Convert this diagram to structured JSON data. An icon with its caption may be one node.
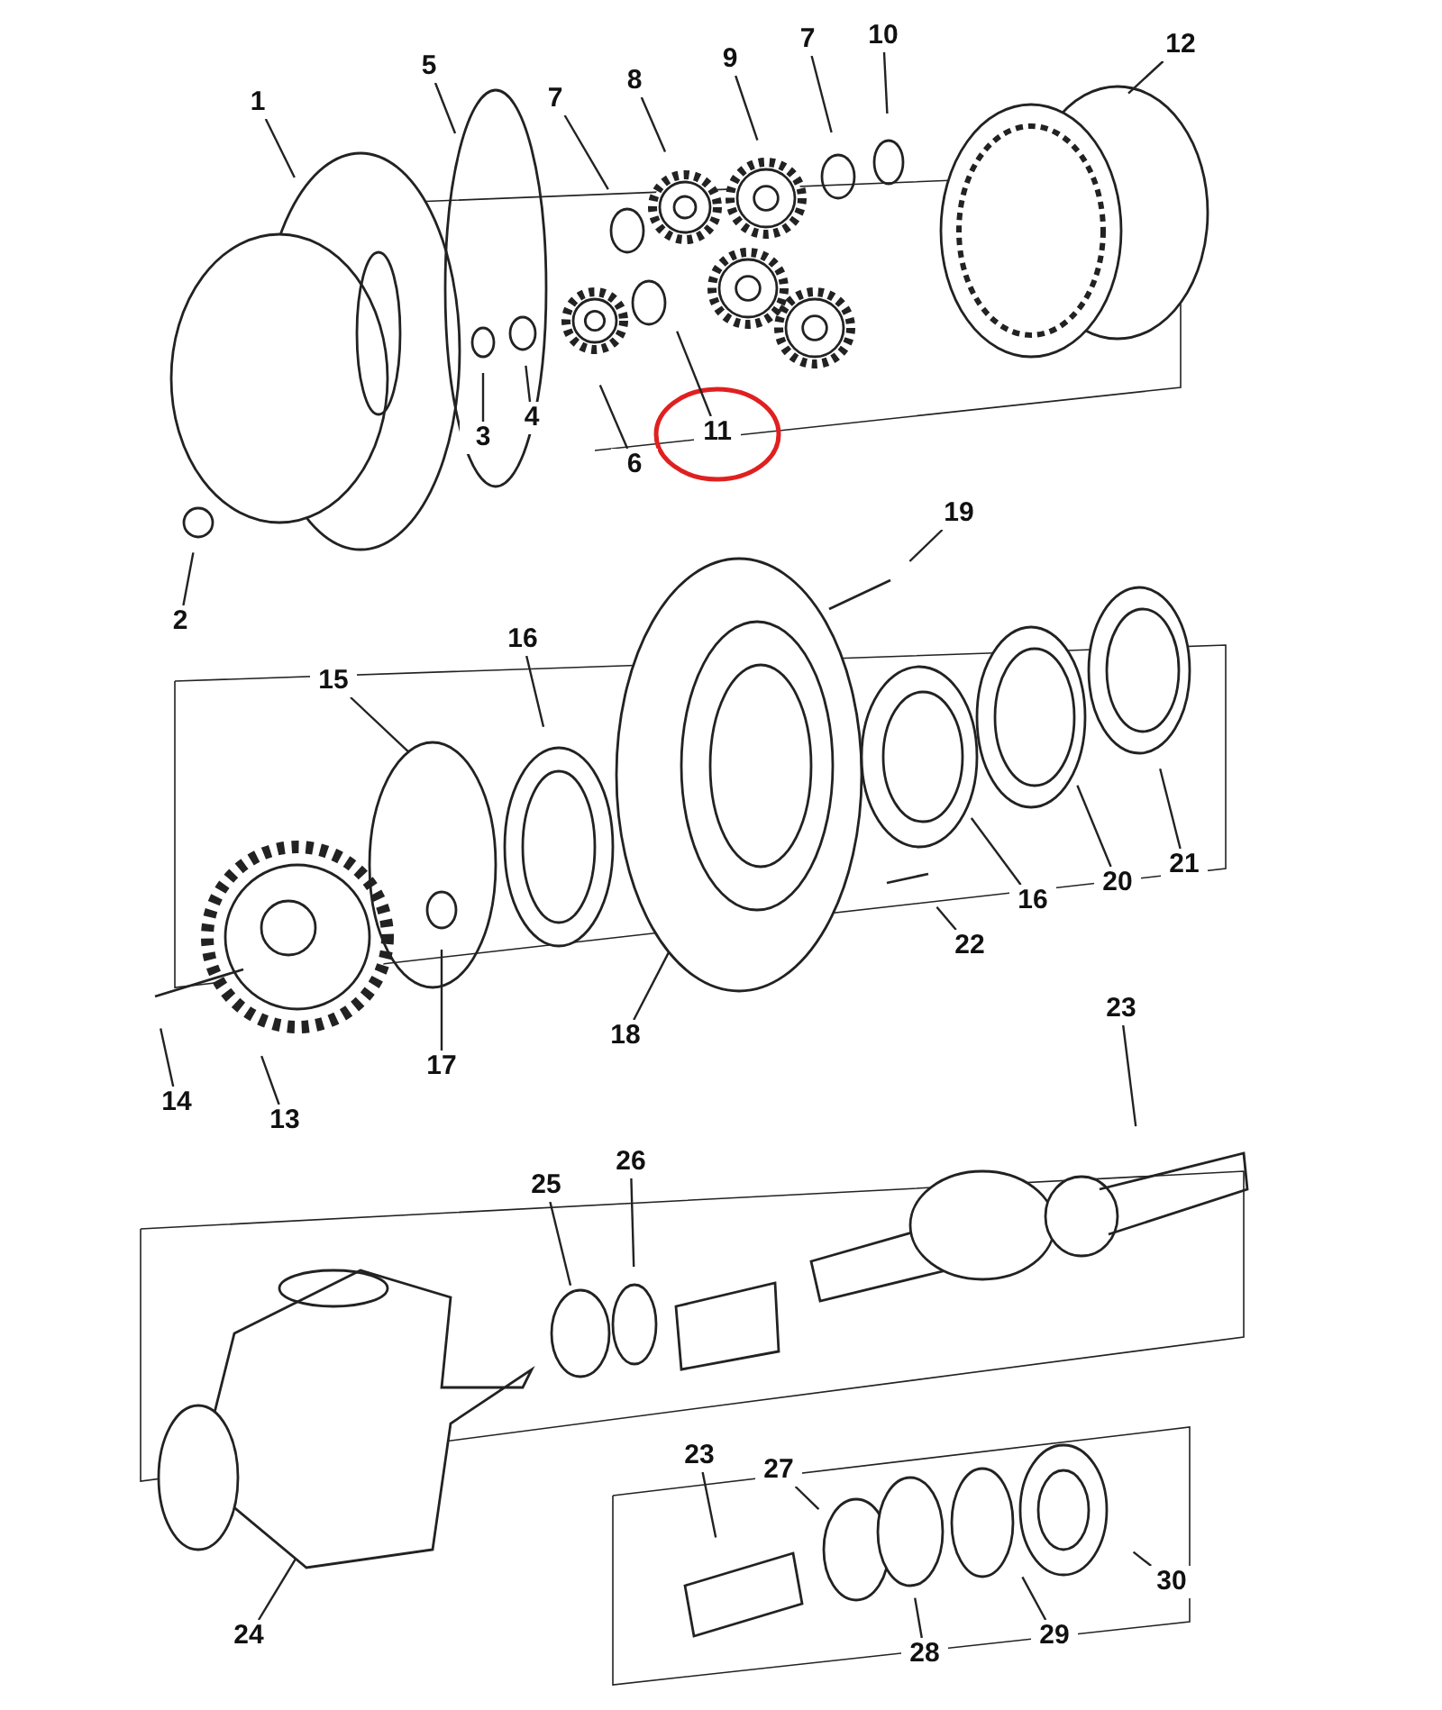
{
  "diagram": {
    "nodes": [
      {
        "text": [
          "10"
        ]
      },
      {
        "text": [
          "12"
        ]
      },
      {
        "text": [
          "7"
        ]
      },
      {
        "text": [
          "9"
        ]
      },
      {
        "text": [
          "5"
        ]
      },
      {
        "text": [
          "8"
        ]
      },
      {
        "text": [
          "1"
        ]
      },
      {
        "text": [
          "7"
        ]
      },
      {
        "text": [
          "4"
        ]
      },
      {
        "text": [
          "11"
        ]
      },
      {
        "text": [
          "3"
        ]
      },
      {
        "text": [
          "6"
        ]
      },
      {
        "text": [
          "19"
        ]
      },
      {
        "text": [
          "2"
        ]
      },
      {
        "text": [
          "16"
        ]
      },
      {
        "text": [
          "15"
        ]
      },
      {
        "text": [
          "21"
        ]
      },
      {
        "text": [
          "20"
        ]
      },
      {
        "text": [
          "16"
        ]
      },
      {
        "text": [
          "22"
        ]
      },
      {
        "text": [
          "23"
        ]
      },
      {
        "text": [
          "18"
        ]
      },
      {
        "text": [
          "17"
        ]
      },
      {
        "text": [
          "14"
        ]
      },
      {
        "text": [
          "13"
        ]
      },
      {
        "text": [
          "26"
        ]
      },
      {
        "text": [
          "25"
        ]
      },
      {
        "text": [
          "23"
        ]
      },
      {
        "text": [
          "27"
        ]
      },
      {
        "text": [
          "30"
        ]
      },
      {
        "text": [
          "24"
        ]
      },
      {
        "text": [
          "29"
        ]
      },
      {
        "text": [
          "28"
        ]
      }
    ],
    "edges": [
      {
        "from": 0,
        "to": null,
        "arrow": "none"
      },
      {
        "from": 1,
        "to": null,
        "arrow": "none"
      },
      {
        "from": 2,
        "to": null,
        "arrow": "none"
      },
      {
        "from": 3,
        "to": null,
        "arrow": "none"
      },
      {
        "from": 4,
        "to": null,
        "arrow": "none"
      },
      {
        "from": 5,
        "to": null,
        "arrow": "none"
      },
      {
        "from": 6,
        "to": null,
        "arrow": "none"
      },
      {
        "from": 7,
        "to": null,
        "arrow": "none"
      },
      {
        "from": 8,
        "to": null,
        "arrow": "none"
      },
      {
        "from": 9,
        "to": null,
        "arrow": "none"
      },
      {
        "from": 10,
        "to": null,
        "arrow": "none"
      },
      {
        "from": 11,
        "to": null,
        "arrow": "none"
      },
      {
        "from": 12,
        "to": null,
        "arrow": "none"
      },
      {
        "from": 13,
        "to": null,
        "arrow": "none"
      },
      {
        "from": 14,
        "to": null,
        "arrow": "none"
      },
      {
        "from": 15,
        "to": null,
        "arrow": "none"
      },
      {
        "from": 16,
        "to": null,
        "arrow": "none"
      },
      {
        "from": 17,
        "to": null,
        "arrow": "none"
      },
      {
        "from": 18,
        "to": null,
        "arrow": "none"
      },
      {
        "from": 19,
        "to": null,
        "arrow": "none"
      },
      {
        "from": 20,
        "to": null,
        "arrow": "none"
      },
      {
        "from": 21,
        "to": null,
        "arrow": "none"
      },
      {
        "from": 22,
        "to": null,
        "arrow": "none"
      },
      {
        "from": 23,
        "to": null,
        "arrow": "none"
      },
      {
        "from": 24,
        "to": null,
        "arrow": "none"
      },
      {
        "from": 25,
        "to": null,
        "arrow": "none"
      },
      {
        "from": 26,
        "to": null,
        "arrow": "none"
      },
      {
        "from": 27,
        "to": null,
        "arrow": "none"
      },
      {
        "from": 28,
        "to": null,
        "arrow": "none"
      },
      {
        "from": 29,
        "to": null,
        "arrow": "none"
      },
      {
        "from": 30,
        "to": null,
        "arrow": "none"
      },
      {
        "from": 31,
        "to": null,
        "arrow": "none"
      },
      {
        "from": 32,
        "to": null,
        "arrow": "none"
      }
    ]
  }
}
